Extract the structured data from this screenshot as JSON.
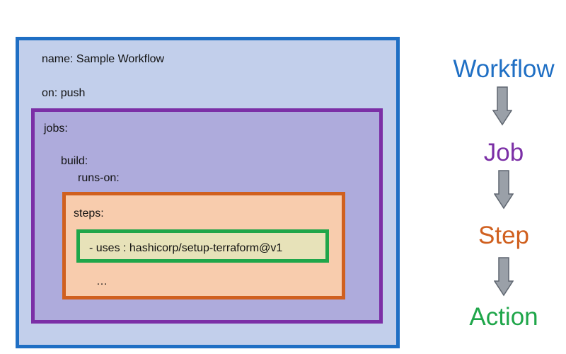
{
  "yaml": {
    "name_line": "name: Sample Workflow",
    "on_line": "on: push",
    "jobs_line": "jobs:",
    "build_line": "build:",
    "runs_on_line": "runs-on:",
    "steps_line": "steps:",
    "uses_line": "- uses : hashicorp/setup-terraform@v1",
    "ellipsis": "…"
  },
  "hierarchy": {
    "workflow": "Workflow",
    "job": "Job",
    "step": "Step",
    "action": "Action"
  },
  "colors": {
    "workflow": "#1f6fc4",
    "job": "#7b2fa6",
    "step": "#d0601f",
    "action": "#1fa64a",
    "arrow": "#9aa0a8"
  }
}
